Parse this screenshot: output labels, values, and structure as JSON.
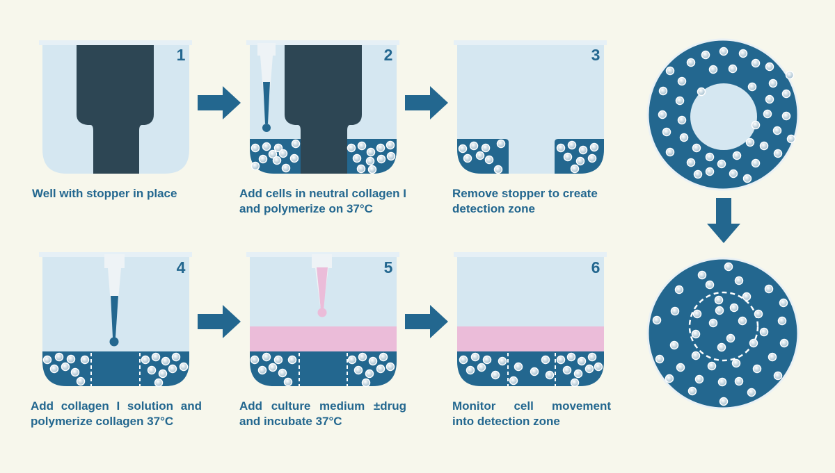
{
  "colors": {
    "background": "#f7f7ec",
    "well": "#d5e7f1",
    "well_rim": "#e4eff6",
    "stopper": "#2d4654",
    "gel": "#23678f",
    "medium": "#ebbcd9",
    "text": "#23678f",
    "arrow": "#23678f",
    "cell_fill": "#bcd3e0",
    "cell_stroke": "#ffffff"
  },
  "steps": [
    {
      "number": "1",
      "caption_lines": [
        "Well with stopper in place"
      ]
    },
    {
      "number": "2",
      "caption_lines": [
        "Add cells in neutral collagen I",
        "and polymerize on 37°C"
      ]
    },
    {
      "number": "3",
      "caption_lines": [
        "Remove stopper to create",
        "detection zone"
      ]
    },
    {
      "number": "4",
      "caption_lines": [
        "Add collagen I solution and",
        "polymerize collagen 37°C"
      ]
    },
    {
      "number": "5",
      "caption_lines": [
        "Add culture medium ±drug",
        "and incubate 37°C"
      ]
    },
    {
      "number": "6",
      "caption_lines": [
        "Monitor cell movement",
        "into detection zone"
      ]
    }
  ],
  "icons": [
    "right-arrow-icon",
    "down-arrow-icon",
    "pipette-icon",
    "cell-icon"
  ]
}
